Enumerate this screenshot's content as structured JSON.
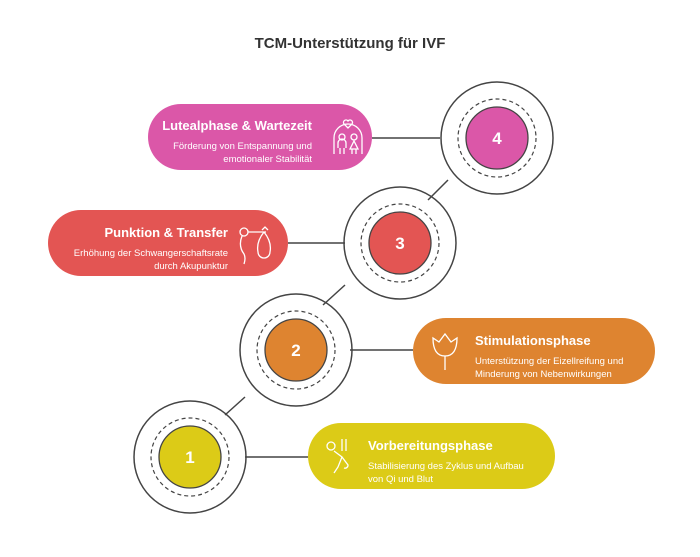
{
  "title": "TCM-Unterstützung für IVF",
  "steps": [
    {
      "number": "1",
      "heading": "Vorbereitungsphase",
      "desc1": "Stabilisierung des Zyklus und Aufbau",
      "desc2": "von Qi und Blut",
      "color": "#DCCB17",
      "icon": "climber-icon"
    },
    {
      "number": "2",
      "heading": "Stimulationsphase",
      "desc1": "Unterstützung der Eizellreifung und",
      "desc2": "Minderung von Nebenwirkungen",
      "color": "#DE8430",
      "icon": "tulip-icon"
    },
    {
      "number": "3",
      "heading": "Punktion & Transfer",
      "desc1": "Erhöhung der Schwangerschaftsrate",
      "desc2": "durch Akupunktur",
      "color": "#E35553",
      "icon": "stork-icon"
    },
    {
      "number": "4",
      "heading": "Lutealphase & Wartezeit",
      "desc1": "Förderung von Entspannung und",
      "desc2": "emotionaler Stabilität",
      "color": "#DB57A8",
      "icon": "couple-heart-icon"
    }
  ]
}
